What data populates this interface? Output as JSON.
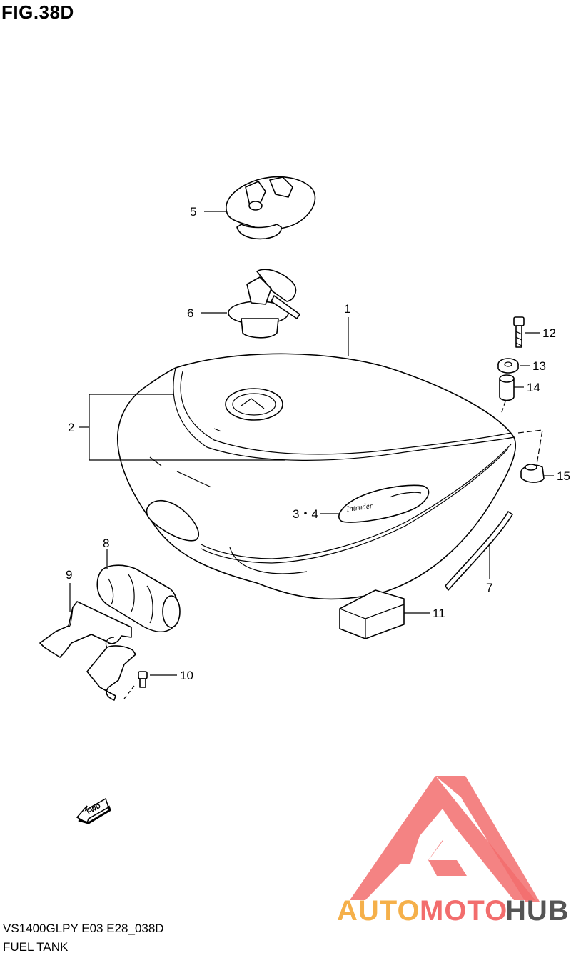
{
  "figure": {
    "title": "FIG.38D"
  },
  "footer": {
    "model_code": "VS1400GLPY E03 E28_038D",
    "section_name": "FUEL TANK"
  },
  "callouts": {
    "c1": "1",
    "c2": "2",
    "c34": "3・4",
    "c5": "5",
    "c6": "6",
    "c7": "7",
    "c8": "8",
    "c9": "9",
    "c10": "10",
    "c11": "11",
    "c12": "12",
    "c13": "13",
    "c14": "14",
    "c15": "15"
  },
  "emblem_text": "Intruder",
  "fwd_label": "FWD",
  "watermark": {
    "auto": "AUTO",
    "moto": "MOTO",
    "hub": "HUB",
    "color_primary": "#f26d6d",
    "color_secondary": "#f5b04a",
    "color_dark": "#555555"
  },
  "icons": [
    "fwd-arrow-icon",
    "watermark-logo-icon"
  ]
}
